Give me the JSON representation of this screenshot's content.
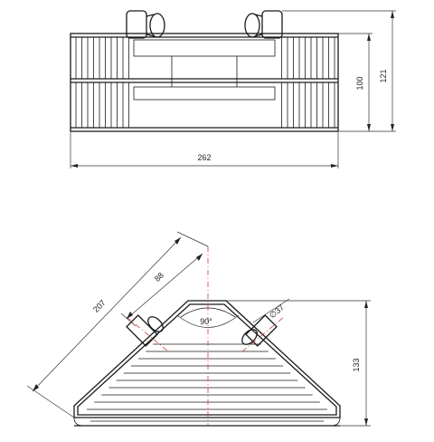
{
  "drawing": {
    "top_view": {
      "width_label": "262",
      "inner_height_label": "100",
      "total_height_label": "121"
    },
    "plan_view": {
      "side_label": "207",
      "depth_label": "88",
      "angle_label": "90°",
      "diameter_label": "∅37",
      "height_label": "133"
    }
  }
}
